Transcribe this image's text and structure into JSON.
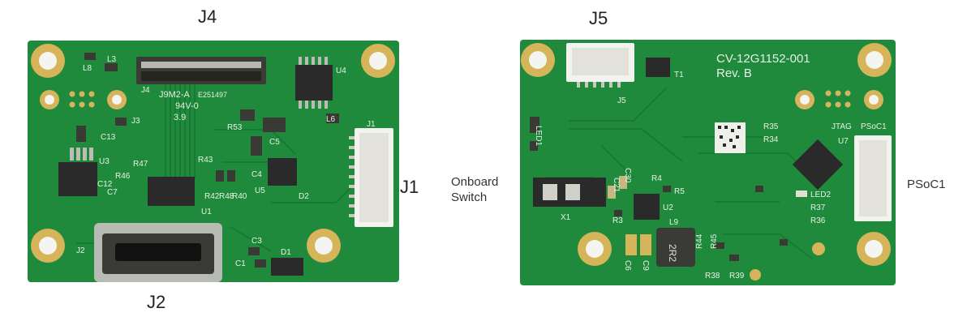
{
  "callouts": {
    "j4": "J4",
    "j5": "J5",
    "j1": "J1",
    "j2": "J2",
    "onboard_line1": "Onboard",
    "onboard_line2": "Switch",
    "psoc1": "PSoC1"
  },
  "left_board": {
    "silk": {
      "j4": "J4",
      "l8": "L8",
      "l3": "L3",
      "u4": "U4",
      "j3": "J3",
      "c13": "C13",
      "u3": "U3",
      "r47": "R47",
      "r46": "R46",
      "c12": "C12",
      "c7": "C7",
      "r53": "R53",
      "r43": "R43",
      "r42": "R42",
      "r48": "R48",
      "r40": "R40",
      "c4": "C4",
      "c5": "C5",
      "u5": "U5",
      "d2": "D2",
      "l6": "L6",
      "j1": "J1",
      "u1": "U1",
      "j2": "J2",
      "c3": "C3",
      "c1": "C1",
      "d1": "D1",
      "mark1": "J9M2-A",
      "mark2": "E251497",
      "mark3": "94V-0",
      "mark4": "3.9"
    }
  },
  "right_board": {
    "silk": {
      "part_no": "CV-12G1152-001",
      "rev": "Rev. B",
      "t1": "T1",
      "j5": "J5",
      "led1": "LED1",
      "r35": "R35",
      "r34": "R34",
      "jtag": "JTAG",
      "psoc1": "PSoC1",
      "u7": "U7",
      "x1": "X1",
      "c21": "C21",
      "c30": "C30",
      "r4": "R4",
      "r5": "R5",
      "u2": "U2",
      "r3": "R3",
      "l9": "L9",
      "inductor": "2R2",
      "led2": "LED2",
      "r37": "R37",
      "r36": "R36",
      "r44": "R44",
      "r45": "R45",
      "c6": "C6",
      "c9": "C9",
      "r38": "R38",
      "r39": "R39"
    }
  },
  "colors": {
    "pcb": "#1f8a3c",
    "pcb_dark": "#17692d",
    "pad_gold": "#d6b45a",
    "silk": "#e8f0e4",
    "chip": "#2a2a2a",
    "connector": "#f2f2ee"
  }
}
